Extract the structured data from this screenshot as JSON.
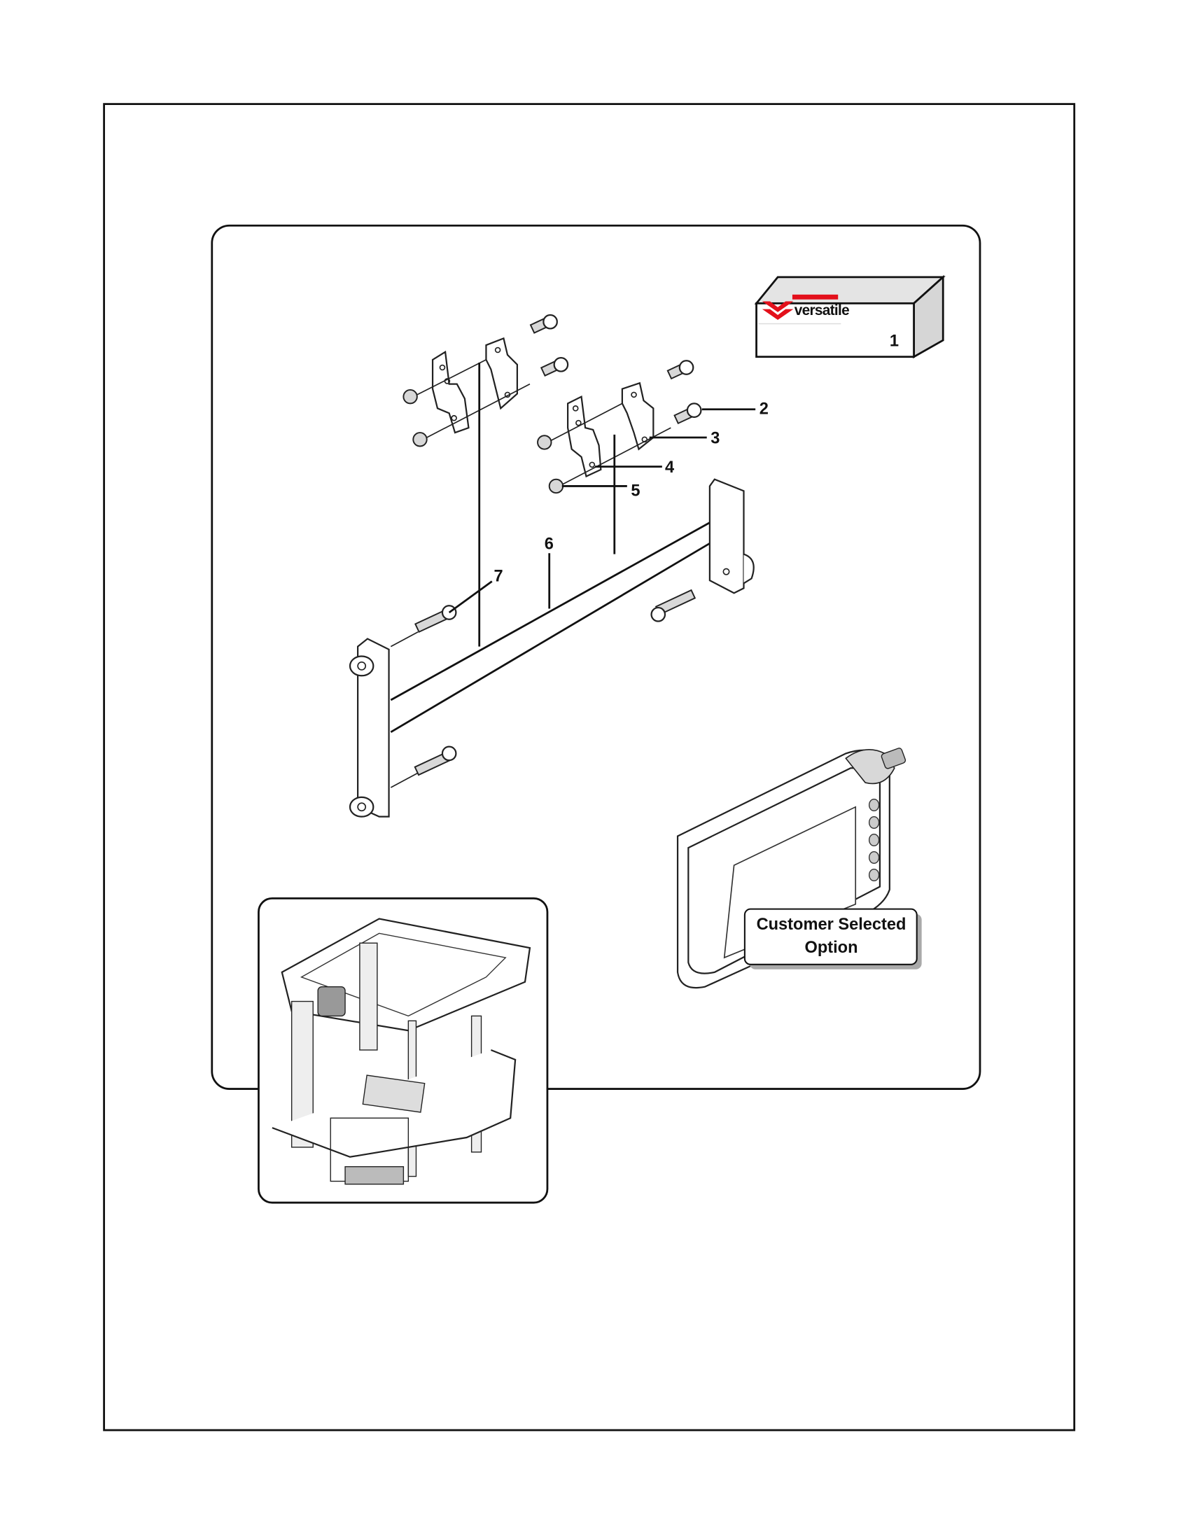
{
  "box": {
    "brand": "versatile",
    "item_number": "1",
    "brand_color": "#e3101b"
  },
  "callouts": [
    {
      "id": "callout-2",
      "label": "2"
    },
    {
      "id": "callout-3",
      "label": "3"
    },
    {
      "id": "callout-4",
      "label": "4"
    },
    {
      "id": "callout-5",
      "label": "5"
    },
    {
      "id": "callout-6",
      "label": "6"
    },
    {
      "id": "callout-7",
      "label": "7"
    }
  ],
  "option_label": {
    "line1": "Customer Selected",
    "line2": "Option"
  }
}
